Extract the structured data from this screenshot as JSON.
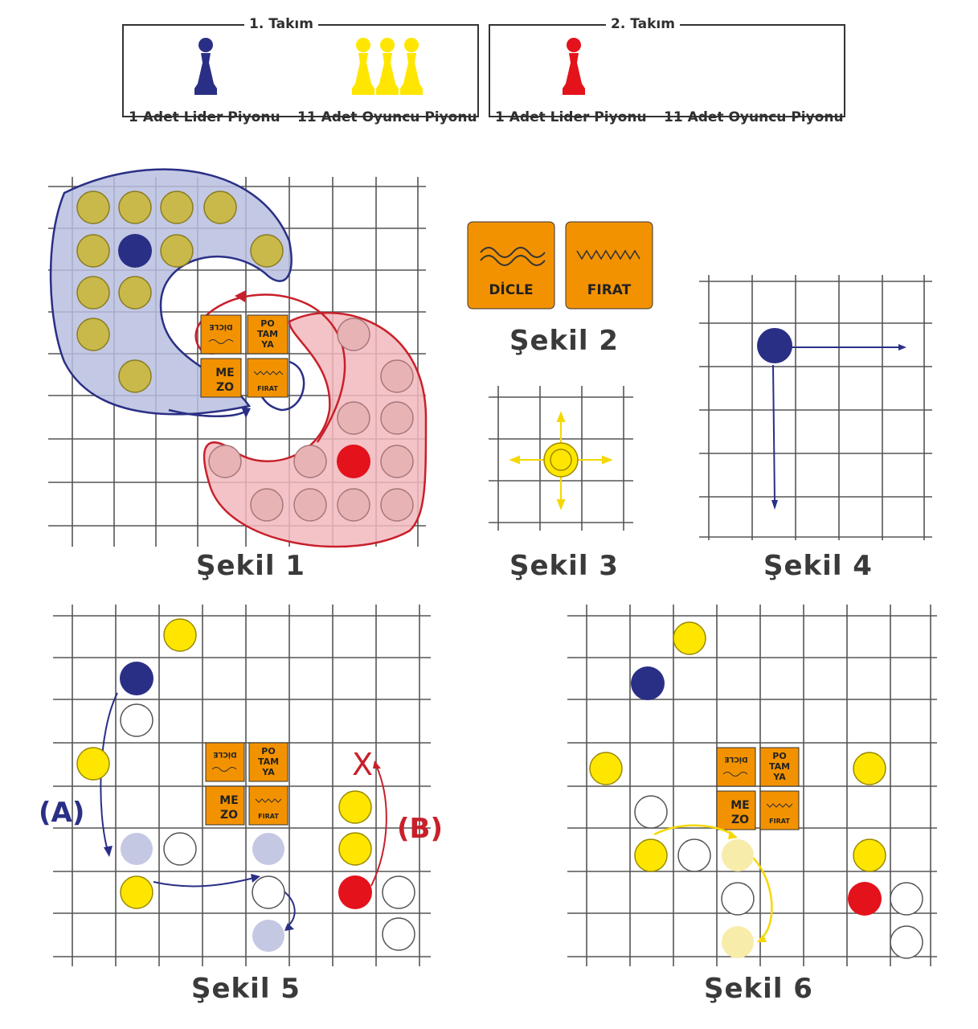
{
  "legend": {
    "team1": {
      "title": "1. Takım",
      "leader_label": "1 Adet Lider Piyonu",
      "player_label": "11 Adet Oyuncu Piyonu",
      "leader_color": "#2a2f86",
      "player_color": "#ffe600"
    },
    "team2": {
      "title": "2. Takım",
      "leader_label": "1 Adet Lider Piyonu",
      "player_label": "11 Adet Oyuncu Piyonu",
      "leader_color": "#e3121b"
    }
  },
  "tiles": {
    "dicle": "DİCLE",
    "firat": "FIRAT",
    "potamya_1": "PO",
    "potamya_2": "TAM",
    "potamya_3": "YA",
    "mezo_1": "ME",
    "mezo_2": "ZO",
    "tile_color": "#f39200"
  },
  "figures": {
    "sekil1": "Şekil 1",
    "sekil2": "Şekil 2",
    "sekil3": "Şekil 3",
    "sekil4": "Şekil 4",
    "sekil5": "Şekil 5",
    "sekil6": "Şekil 6"
  },
  "annotations": {
    "a_label": "(A)",
    "b_label": "(B)",
    "x_mark": "X"
  },
  "colors": {
    "team1_area": "#b9bedf",
    "team2_area": "#f2b9bd",
    "arrow_blue": "#2a2f86",
    "arrow_red": "#c8202a",
    "arrow_yellow": "#f5d800",
    "ghost_blue": "#c5c8e3",
    "ghost_yellow": "#f7ecaa"
  }
}
